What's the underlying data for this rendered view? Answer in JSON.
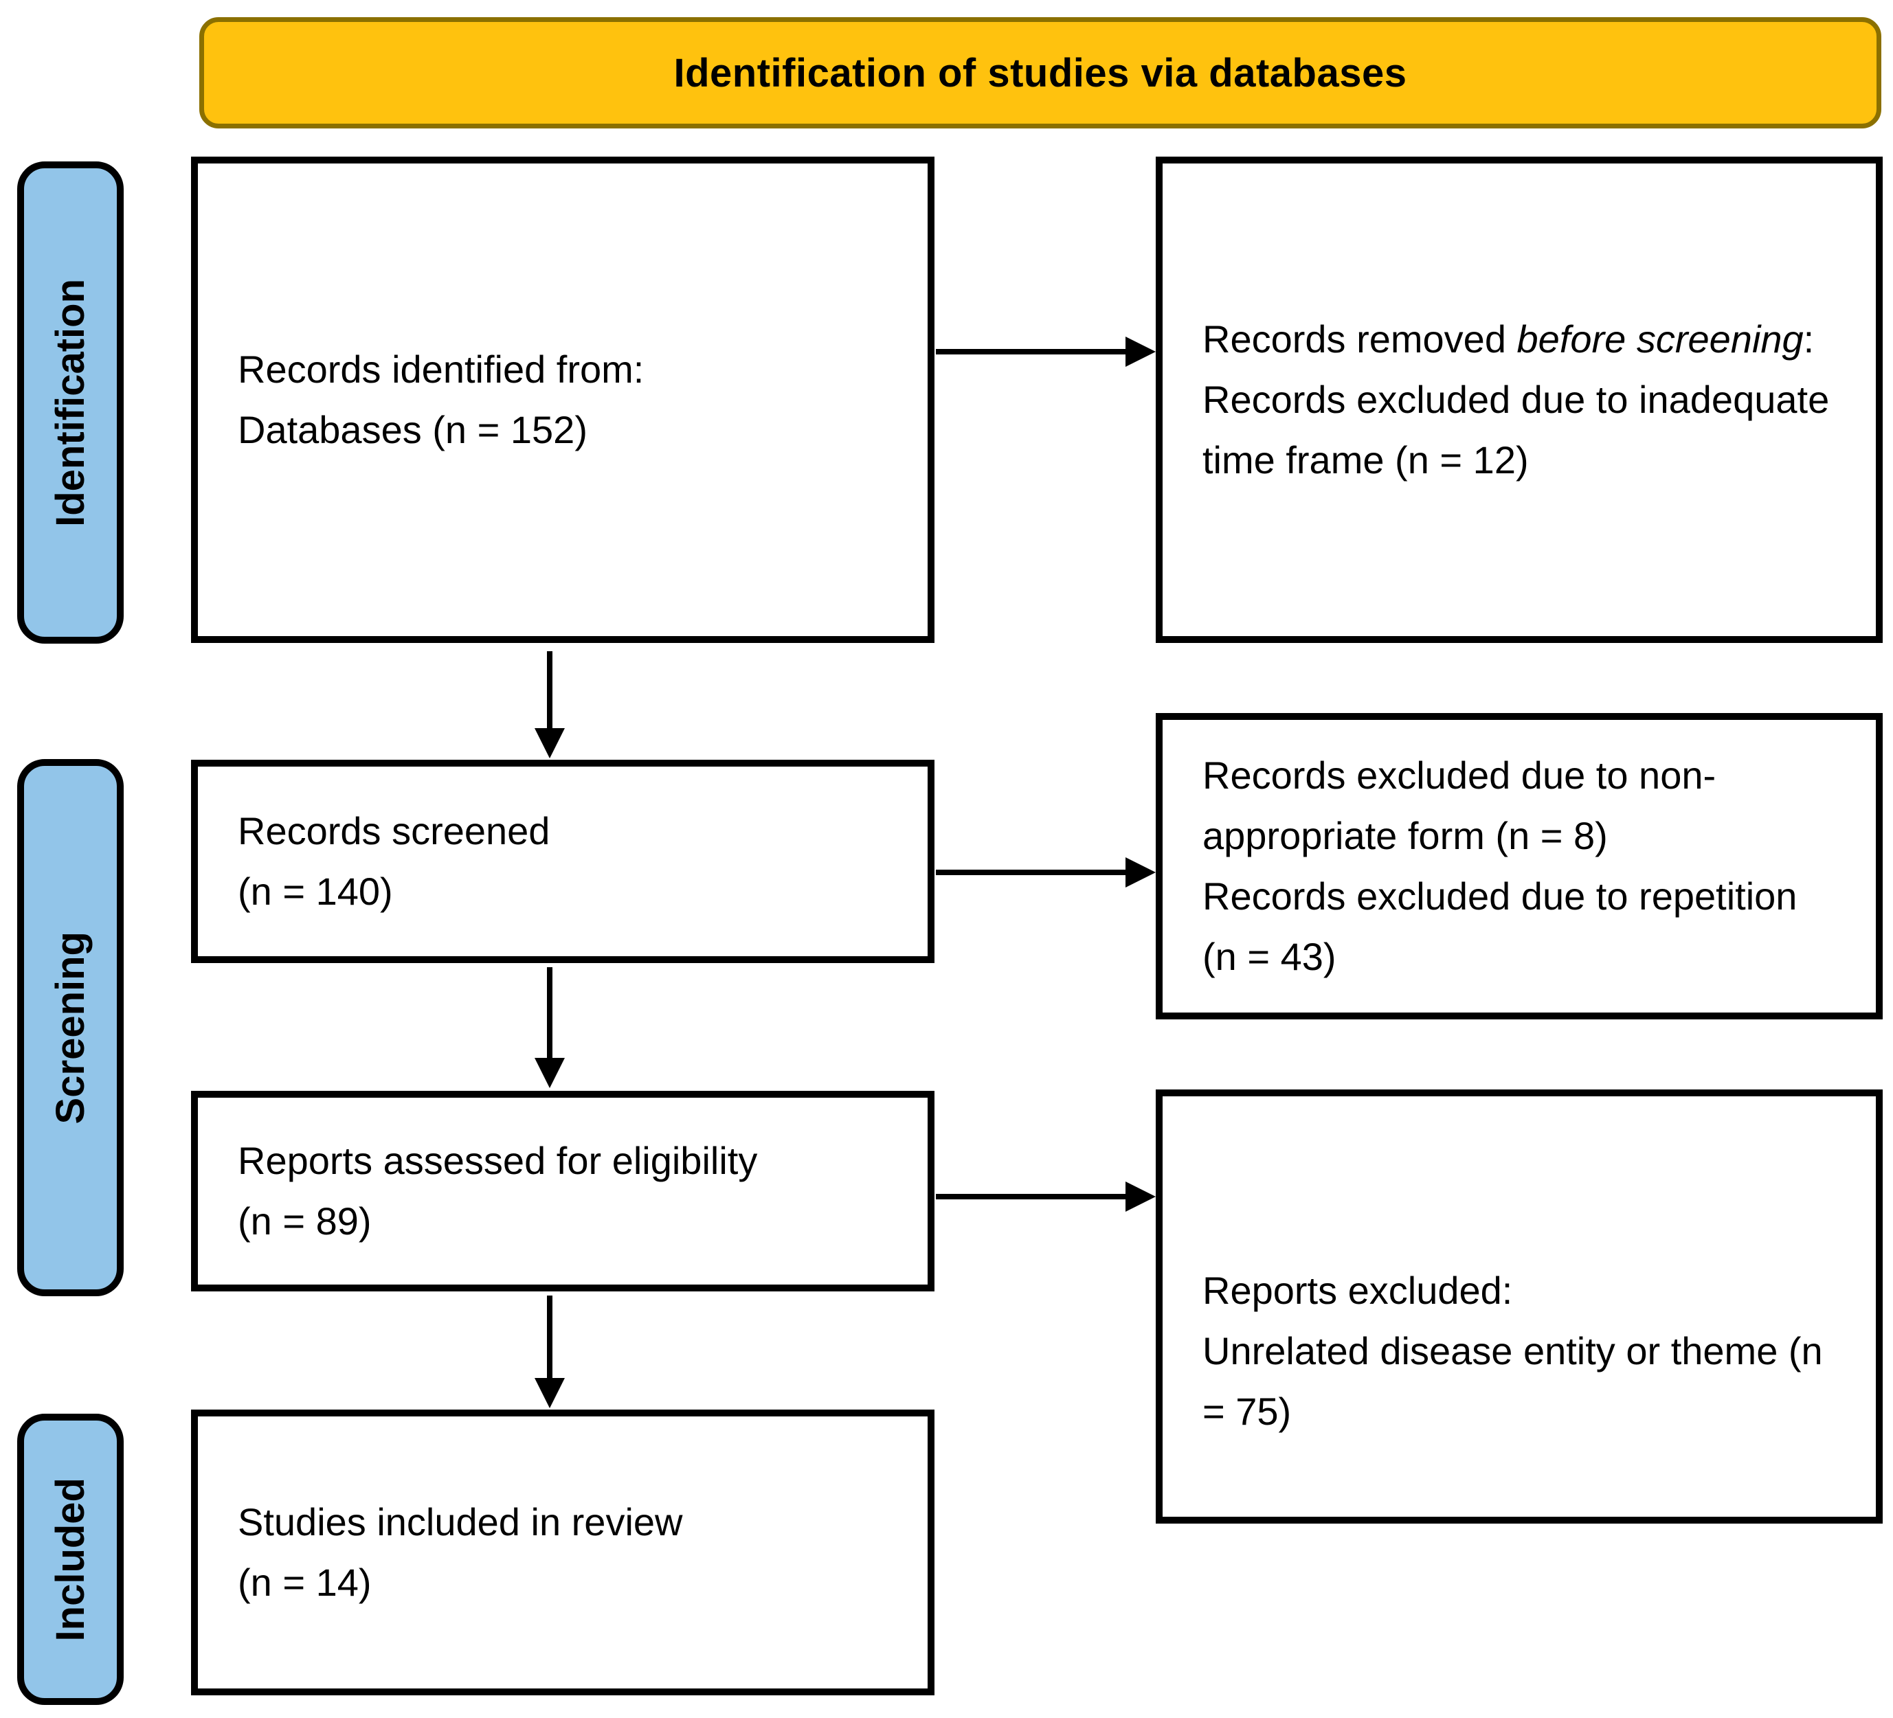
{
  "banner": {
    "title": "Identification of studies via databases"
  },
  "colors": {
    "banner_bg": "#FFC20E",
    "banner_border": "#8B7000",
    "stage_bg": "#92C5E9",
    "box_border": "#000000",
    "text": "#000000"
  },
  "stages": [
    {
      "label": "Identification"
    },
    {
      "label": "Screening"
    },
    {
      "label": "Included"
    }
  ],
  "flow": {
    "records_identified": {
      "line1": "Records identified from:",
      "line2": "Databases (n = 152)"
    },
    "records_screened": {
      "line1": "Records screened",
      "line2": "(n = 140)"
    },
    "reports_assessed": {
      "line1": "Reports assessed for eligibility",
      "line2": "(n = 89)"
    },
    "studies_included": {
      "line1": "Studies included in review",
      "line2": "(n = 14)"
    }
  },
  "exclusions": {
    "records_removed": {
      "seg_normal": "Records removed ",
      "seg_italic": "before screening",
      "seg_colon": ":",
      "line2": "Records excluded due to inadequate time frame (n = 12)"
    },
    "records_excluded_screening": {
      "line1": "Records excluded due to non-appropriate form (n = 8)",
      "line2": "Records excluded due to repetition (n = 43)"
    },
    "reports_excluded": {
      "line1": "Reports excluded:",
      "line2": "Unrelated disease entity or theme (n = 75)"
    }
  }
}
